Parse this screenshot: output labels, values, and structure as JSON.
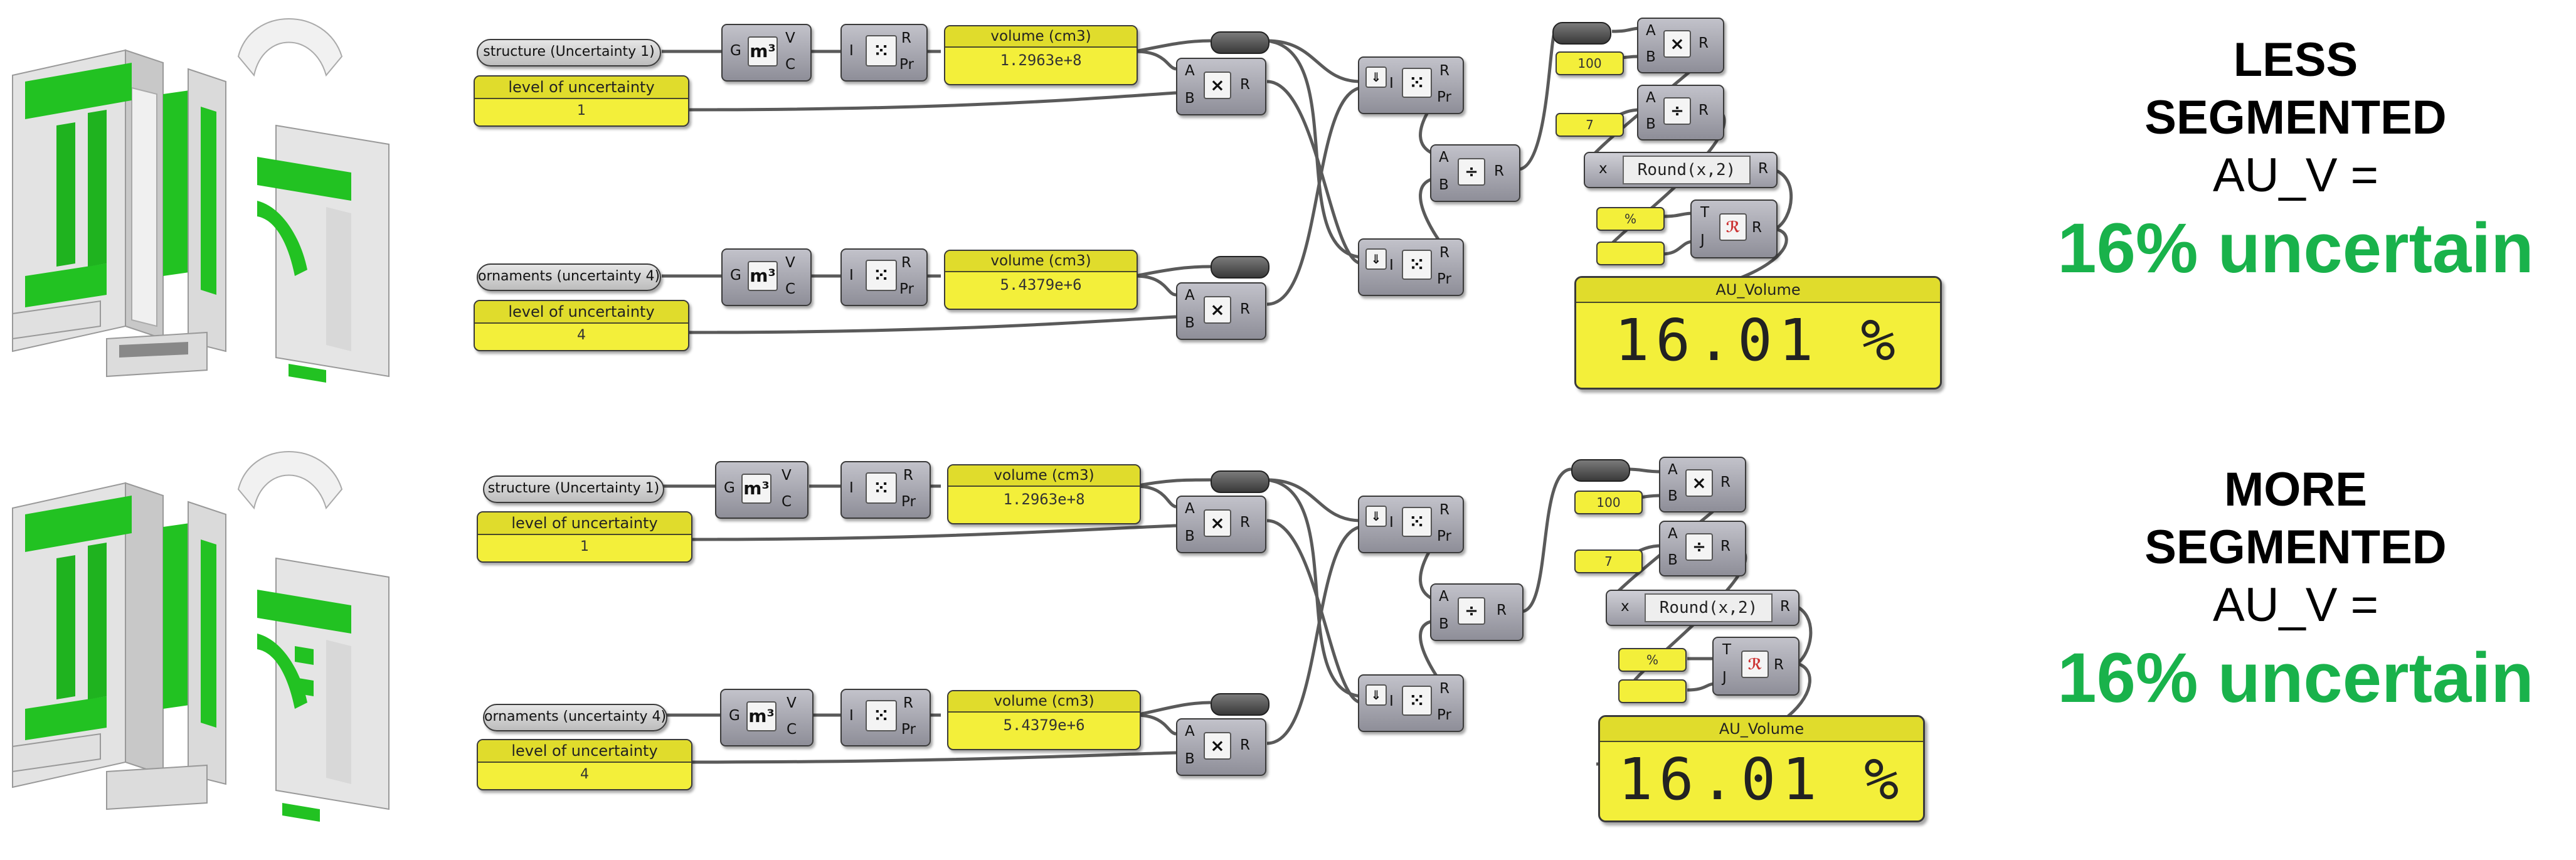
{
  "rows": [
    {
      "structure_param": "structure (Uncertainty 1)",
      "ornaments_param": "ornaments (uncertainty 4)",
      "slider1_label": "level of uncertainty",
      "slider1_value": "1",
      "slider2_label": "level of uncertainty",
      "slider2_value": "4",
      "vol1_header": "volume (cm3)",
      "vol1_value": "1.2963e+8",
      "vol2_header": "volume (cm3)",
      "vol2_value": "5.4379e+6",
      "const100": "100",
      "const7": "7",
      "pct_symbol": "%",
      "round_expr": "Round(x,2)",
      "result_header": "AU_Volume",
      "result_value": "16.01 %",
      "heading_line1": "LESS",
      "heading_line2": "SEGMENTED",
      "equation": "AU_V =",
      "result_text": "16% uncertain"
    },
    {
      "structure_param": "structure (Uncertainty 1)",
      "ornaments_param": "ornaments (uncertainty 4)",
      "slider1_label": "level of uncertainty",
      "slider1_value": "1",
      "slider2_label": "level of uncertainty",
      "slider2_value": "4",
      "vol1_header": "volume (cm3)",
      "vol1_value": "1.2963e+8",
      "vol2_header": "volume (cm3)",
      "vol2_value": "5.4379e+6",
      "const100": "100",
      "const7": "7",
      "pct_symbol": "%",
      "round_expr": "Round(x,2)",
      "result_header": "AU_Volume",
      "result_value": "16.01 %",
      "heading_line1": "MORE",
      "heading_line2": "SEGMENTED",
      "equation": "AU_V =",
      "result_text": "16% uncertain"
    }
  ],
  "ports": {
    "g": "G",
    "v": "V",
    "c": "C",
    "i": "I",
    "r": "R",
    "pr": "Pr",
    "a": "A",
    "b": "B",
    "x": "x",
    "t": "T",
    "j": "J"
  },
  "colors": {
    "panel_yellow": "#f3ef3a",
    "highlight_green": "#19b24b",
    "wire": "#555555"
  }
}
